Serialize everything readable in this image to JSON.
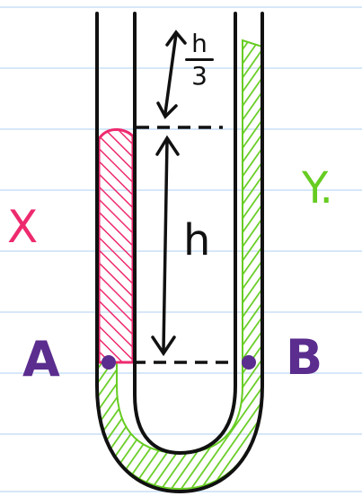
{
  "labels": {
    "liquid_x": "X",
    "liquid_y": "Y.",
    "point_a": "A",
    "point_b": "B",
    "height": "h",
    "top_fraction_num": "h",
    "top_fraction_den": "3"
  },
  "colors": {
    "paper": "#ffffff",
    "ruled_line": "#c9dff5",
    "tube_outline": "#111111",
    "liquid_x": "#ee2a6f",
    "liquid_y": "#66cc22",
    "points": "#5b2d8e"
  }
}
